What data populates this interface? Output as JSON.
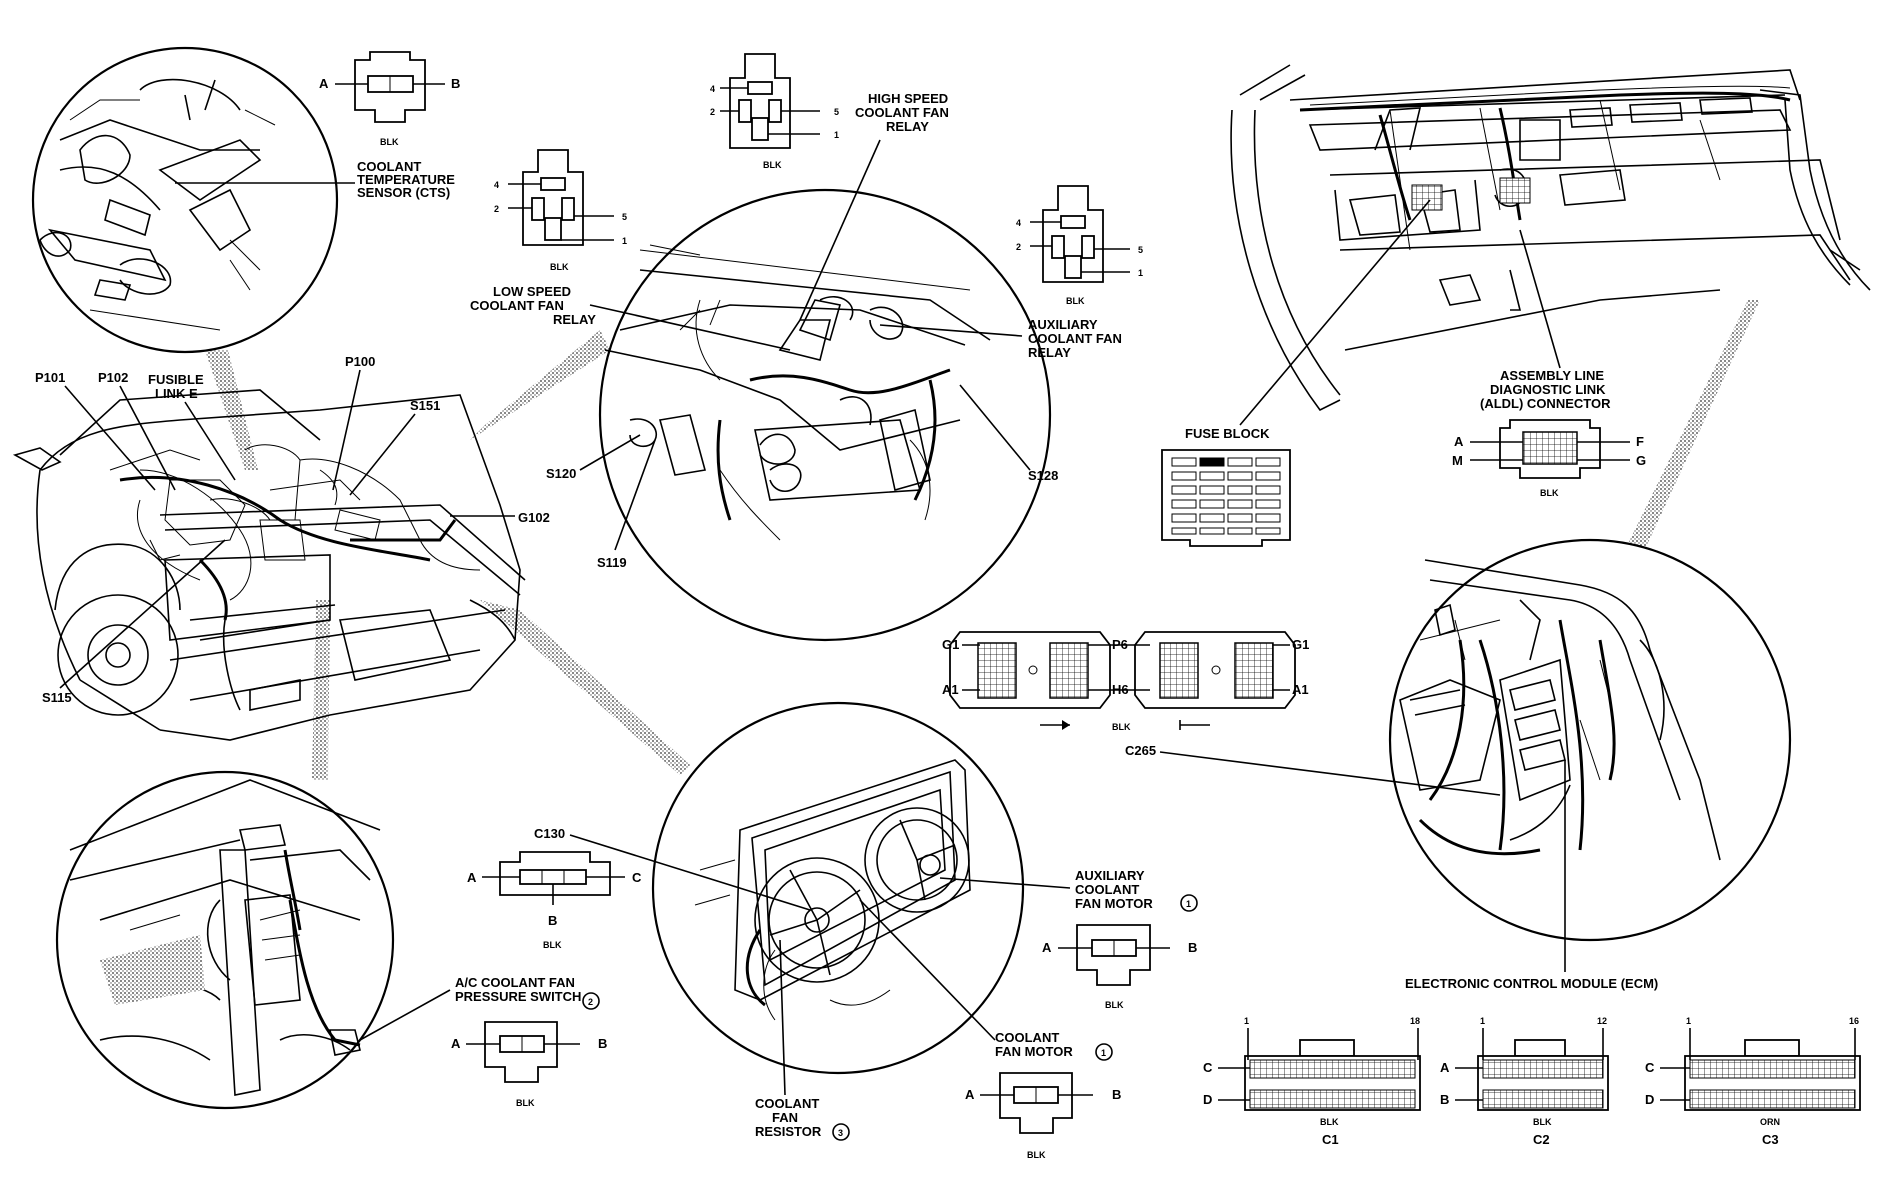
{
  "labels": {
    "cts": [
      "COOLANT",
      "TEMPERATURE",
      "SENSOR (CTS)"
    ],
    "high_speed": [
      "HIGH SPEED",
      "COOLANT FAN",
      "RELAY"
    ],
    "low_speed": [
      "LOW SPEED",
      "COOLANT FAN",
      "RELAY"
    ],
    "aux_relay": [
      "AUXILIARY",
      "COOLANT FAN",
      "RELAY"
    ],
    "fusible": [
      "FUSIBLE",
      "LINK E"
    ],
    "fuse_block": "FUSE BLOCK",
    "aldl": [
      "ASSEMBLY LINE",
      "DIAGNOSTIC LINK",
      "(ALDL) CONNECTOR"
    ],
    "aux_motor": [
      "AUXILIARY",
      "COOLANT",
      "FAN MOTOR"
    ],
    "ac_switch": [
      "A/C COOLANT FAN",
      "PRESSURE SWITCH"
    ],
    "coolant_motor": [
      "COOLANT",
      "FAN MOTOR"
    ],
    "resistor": [
      "COOLANT",
      "FAN",
      "RESISTOR"
    ],
    "ecm": "ELECTRONIC CONTROL MODULE (ECM)",
    "p100": "P100",
    "p101": "P101",
    "p102": "P102",
    "s151": "S151",
    "g102": "G102",
    "s115": "S115",
    "s120": "S120",
    "s119": "S119",
    "s128": "S128",
    "c130": "C130",
    "c265": "C265"
  },
  "notes": {
    "one": "1",
    "two": "2",
    "three": "3"
  },
  "connectors": {
    "cts": {
      "a": "A",
      "b": "B",
      "color": "BLK"
    },
    "low_relay": {
      "p4": "4",
      "p2": "2",
      "p5": "5",
      "p1": "1",
      "color": "BLK"
    },
    "high_relay": {
      "p4": "4",
      "p2": "2",
      "p5": "5",
      "p1": "1",
      "color": "BLK"
    },
    "aux_relay": {
      "p4": "4",
      "p2": "2",
      "p5": "5",
      "p1": "1",
      "color": "BLK"
    },
    "aldl": {
      "a": "A",
      "m": "M",
      "f": "F",
      "g": "G",
      "color": "BLK"
    },
    "c265": {
      "g1l": "G1",
      "a1l": "A1",
      "p6": "P6",
      "h6": "H6",
      "g1r": "G1",
      "a1r": "A1",
      "color": "BLK"
    },
    "c130": {
      "a": "A",
      "c": "C",
      "b": "B",
      "color": "BLK"
    },
    "aux_motor": {
      "a": "A",
      "b": "B",
      "color": "BLK"
    },
    "ac_switch": {
      "a": "A",
      "b": "B",
      "color": "BLK"
    },
    "coolant_motor": {
      "a": "A",
      "b": "B",
      "color": "BLK"
    },
    "ecm_c1": {
      "left": "1",
      "right": "18",
      "c": "C",
      "d": "D",
      "color": "BLK",
      "name": "C1"
    },
    "ecm_c2": {
      "left": "1",
      "right": "12",
      "a": "A",
      "b": "B",
      "color": "BLK",
      "name": "C2"
    },
    "ecm_c3": {
      "left": "1",
      "right": "16",
      "c": "C",
      "d": "D",
      "color": "ORN",
      "name": "C3"
    }
  },
  "colors": {
    "ink": "#000000",
    "paper": "#ffffff"
  }
}
